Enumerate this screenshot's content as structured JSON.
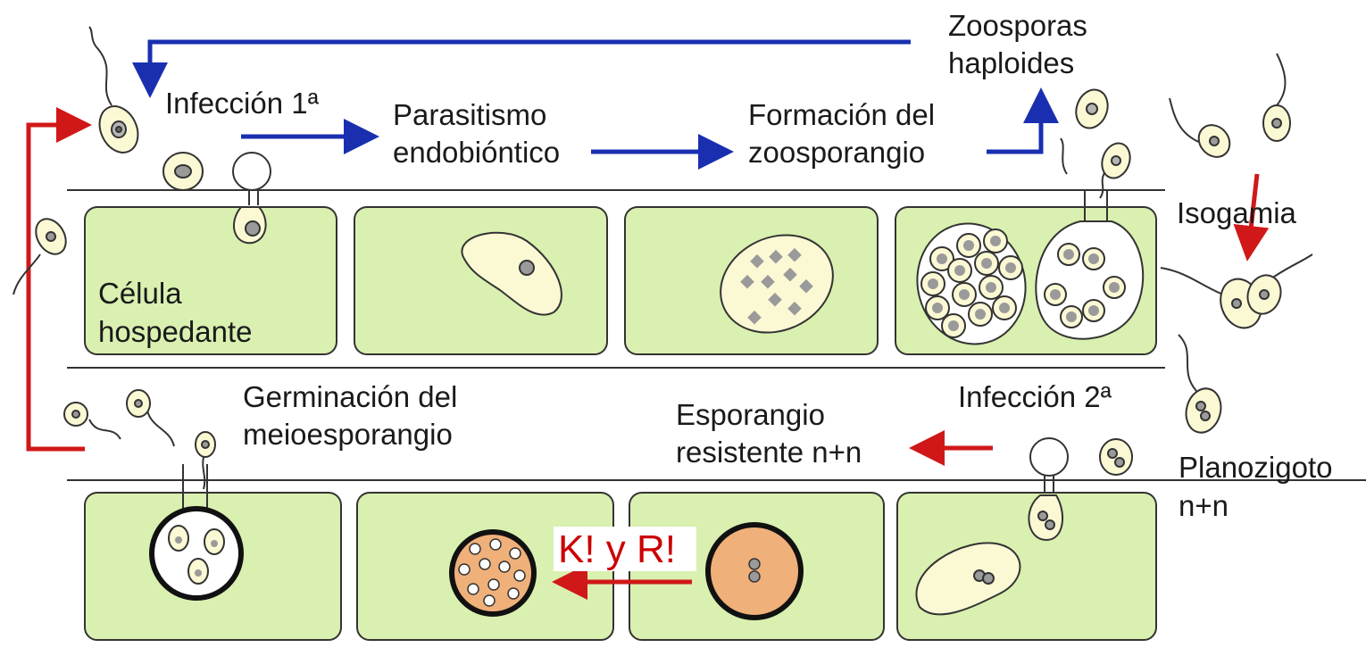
{
  "labels": {
    "zoosporas_line1": "Zoosporas",
    "zoosporas_line2": "haploides",
    "infeccion1": "Infección 1ª",
    "parasitismo_line1": "Parasitismo",
    "parasitismo_line2": "endobióntico",
    "formacion_line1": "Formación del",
    "formacion_line2": "zoosporangio",
    "isogamia": "Isogamia",
    "celula_line1": "Célula",
    "celula_line2": "hospedante",
    "germinacion_line1": "Germinación del",
    "germinacion_line2": "meioesporangio",
    "esporangio_line1": "Esporangio",
    "esporangio_line2": "resistente n+n",
    "infeccion2": "Infección 2ª",
    "planozigoto_line1": "Planozigoto",
    "planozigoto_line2": "n+n",
    "kr": "K! y R!"
  },
  "colors": {
    "host_cell_fill": "#d9f0b0",
    "parasite_fill": "#fbf8d4",
    "resistant_fill": "#f0b07a",
    "blue_arrow": "#1a2fb0",
    "red_arrow": "#d01818",
    "text": "#1a1a1a"
  }
}
